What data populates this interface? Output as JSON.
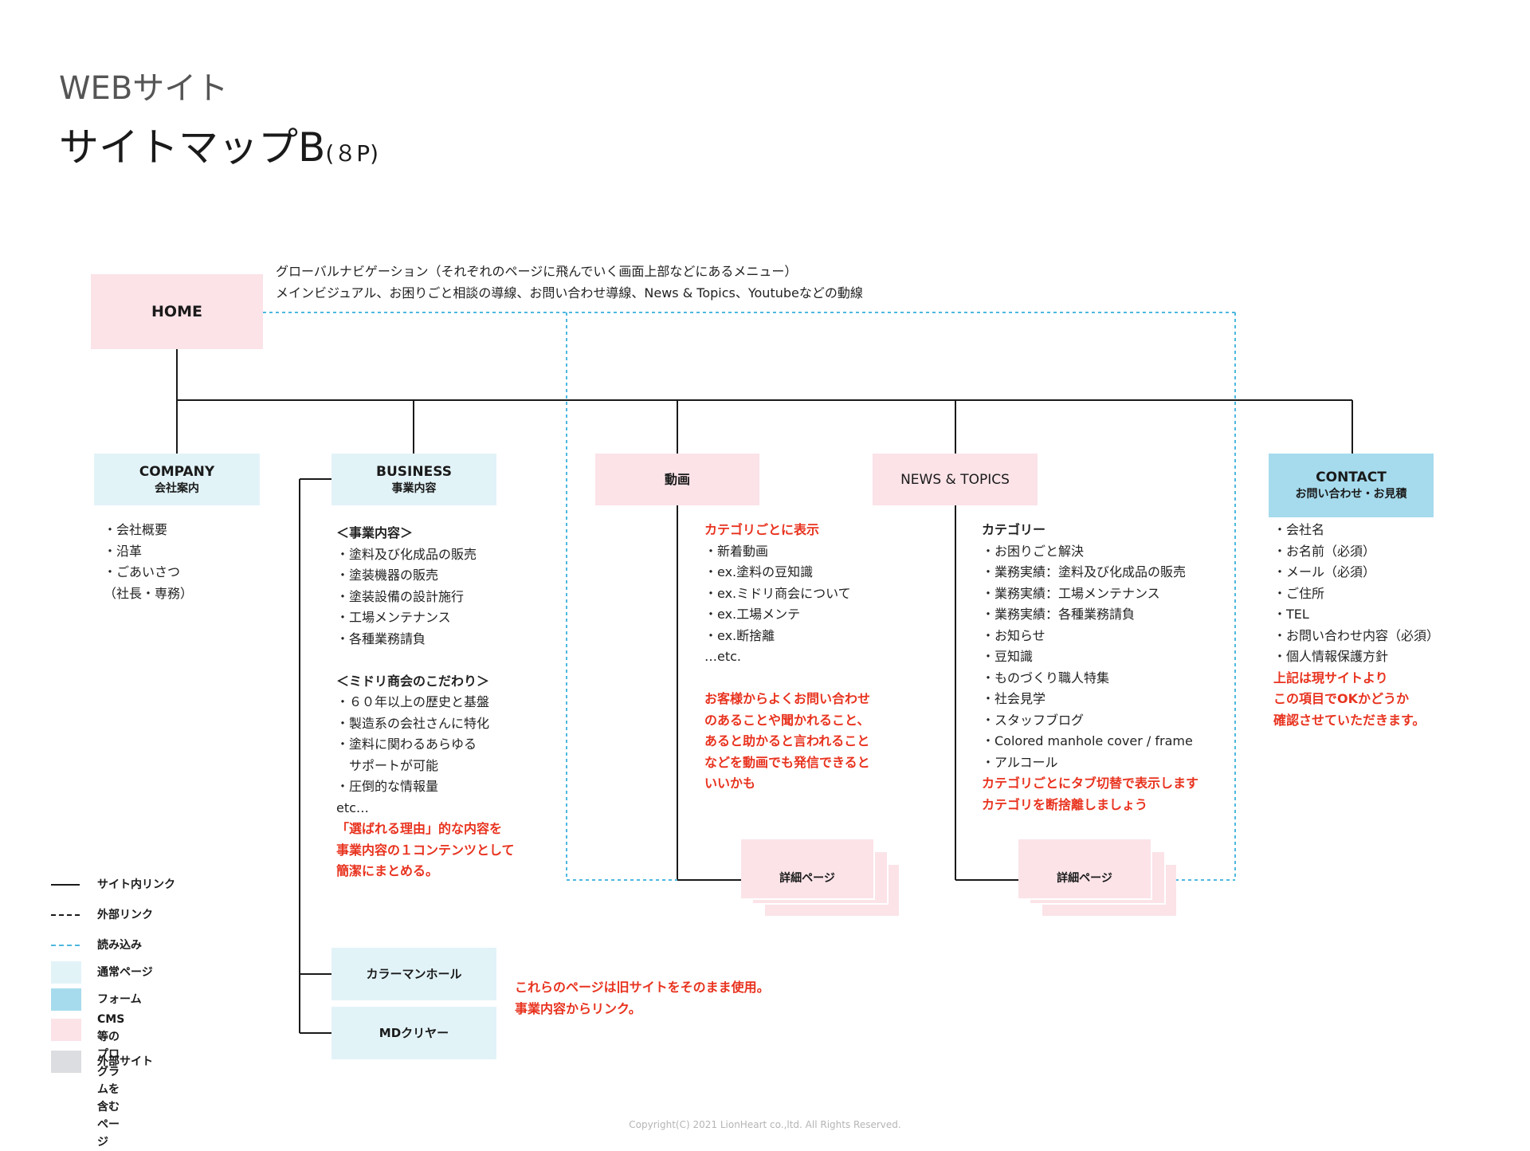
{
  "title": {
    "line1": "WEBサイト",
    "line2": "サイトマップB",
    "pages": "(８P)"
  },
  "captions": {
    "nav": "グローバルナビゲーション（それぞれのページに飛んでいく画面上部などにあるメニュー）",
    "home": "メインビジュアル、お困りごと相談の導線、お問い合わせ導線、News & Topics、Youtubeなどの動線"
  },
  "nodes": {
    "home": "HOME",
    "company": {
      "en": "COMPANY",
      "jp": "会社案内"
    },
    "business": {
      "en": "BUSINESS",
      "jp": "事業内容"
    },
    "video": "動画",
    "news": "NEWS & TOPICS",
    "contact": {
      "en": "CONTACT",
      "jp": "お問い合わせ・お見積"
    },
    "detail_video": "詳細ページ",
    "detail_news": "詳細ページ",
    "color_manhole": "カラーマンホール",
    "md_clear": "MDクリヤー"
  },
  "company_items": [
    "・会社概要",
    "・沿革",
    "・ごあいさつ",
    "（社長・専務）"
  ],
  "business": {
    "heading1": "＜事業内容＞",
    "items1": [
      "・塗料及び化成品の販売",
      "・塗装機器の販売",
      "・塗装設備の設計施行",
      "・工場メンテナンス",
      "・各種業務請負"
    ],
    "heading2": "＜ミドリ商会のこだわり＞",
    "items2": [
      "・６０年以上の歴史と基盤",
      "・製造系の会社さんに特化",
      "・塗料に関わるあらゆる",
      "　サポートが可能",
      "・圧倒的な情報量",
      "etc…"
    ],
    "note": [
      "「選ばれる理由」的な内容を",
      "事業内容の１コンテンツとして",
      "簡潔にまとめる。"
    ]
  },
  "video": {
    "note1": "カテゴリごとに表示",
    "items": [
      "・新着動画",
      "・ex.塗料の豆知識",
      "・ex.ミドリ商会について",
      "・ex.工場メンテ",
      "・ex.断捨離",
      "…etc."
    ],
    "note2": [
      "お客様からよくお問い合わせ",
      "のあることや聞かれること、",
      "あると助かると言われること",
      "などを動画でも発信できると",
      "いいかも"
    ]
  },
  "news": {
    "heading": "カテゴリー",
    "items": [
      "・お困りごと解決",
      "・業務実績：塗料及び化成品の販売",
      "・業務実績：工場メンテナンス",
      "・業務実績：各種業務請負",
      "・お知らせ",
      "・豆知識",
      "・ものづくり職人特集",
      "・社会見学",
      "・スタッフブログ",
      "・Colored manhole cover / frame",
      "・アルコール"
    ],
    "note": [
      "カテゴリごとにタブ切替で表示します",
      "カテゴリを断捨離しましょう"
    ]
  },
  "contact": {
    "items": [
      "・会社名",
      "・お名前（必須）",
      "・メール（必須）",
      "・ご住所",
      "・TEL",
      "・お問い合わせ内容（必須）",
      "・個人情報保護方針"
    ],
    "note": [
      "上記は現サイトより",
      "この項目でOKかどうか",
      "確認させていただきます。"
    ]
  },
  "old_pages_note": [
    "これらのページは旧サイトをそのまま使用。",
    "事業内容からリンク。"
  ],
  "legend": [
    {
      "type": "solid",
      "label": "サイト内リンク"
    },
    {
      "type": "dotted",
      "label": "外部リンク"
    },
    {
      "type": "cyan-dotted",
      "label": "読み込み"
    },
    {
      "type": "pale",
      "label": "通常ページ"
    },
    {
      "type": "blue",
      "label": "フォーム"
    },
    {
      "type": "pink",
      "label": "CMS等の\nプログラムを含むページ"
    },
    {
      "type": "gray",
      "label": "外部サイト"
    }
  ],
  "colors": {
    "pink": "#fbe3e8",
    "pale": "#e2f3f8",
    "blue": "#a6dbed",
    "gray": "#dcdde0",
    "red": "#e8331f",
    "cyan": "#4db8e0"
  },
  "footer": "Copyright(C) 2021  LionHeart co.,ltd. All Rights Reserved."
}
